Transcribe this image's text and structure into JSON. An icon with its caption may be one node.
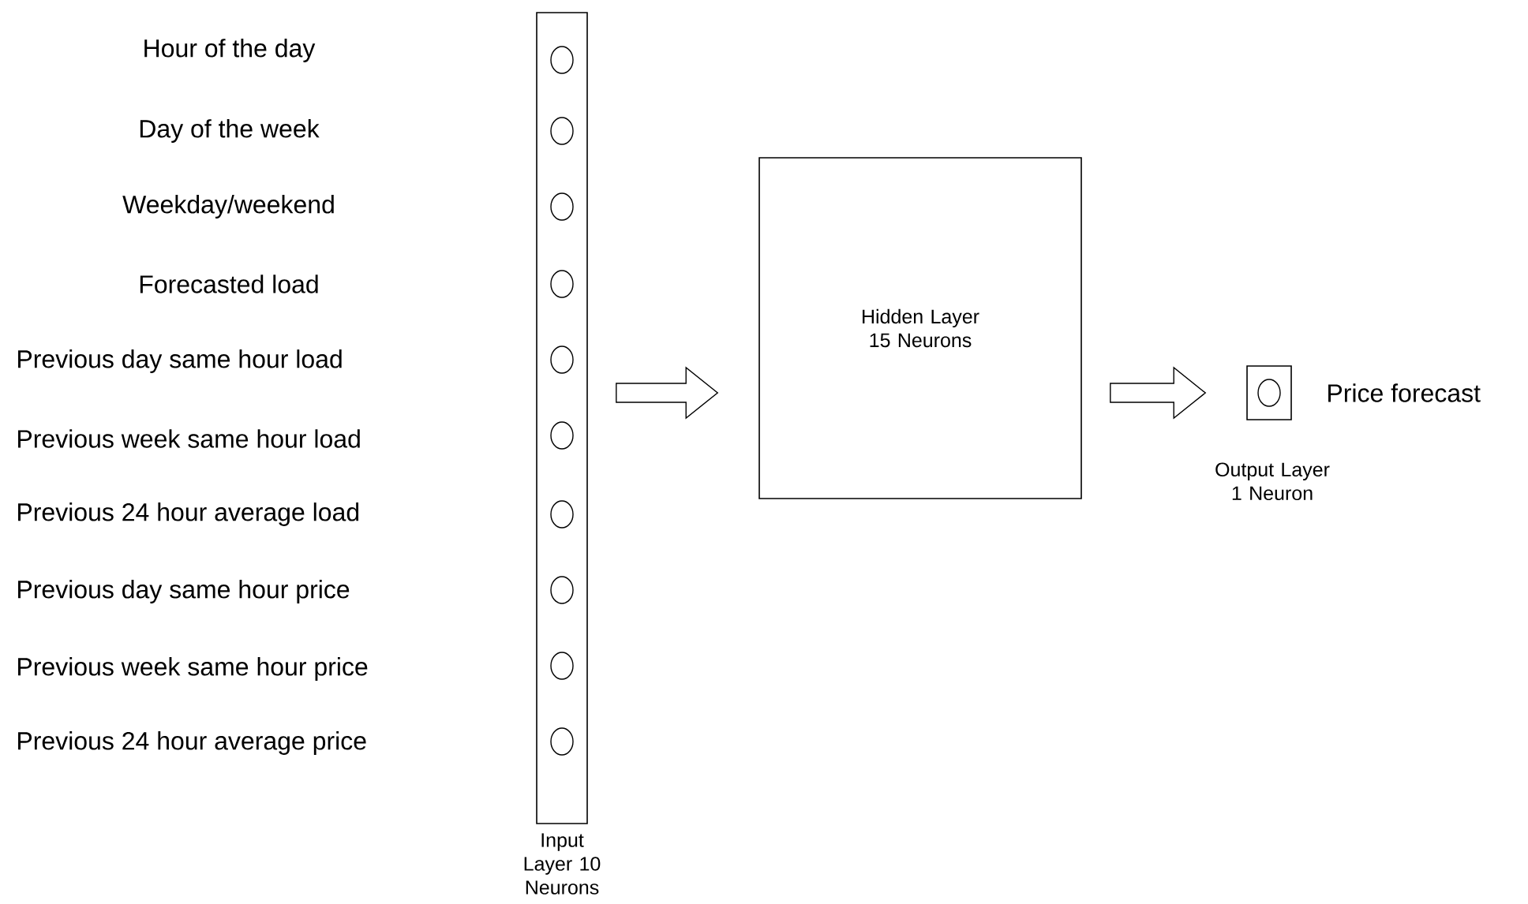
{
  "diagram": {
    "nodes": [
      {
        "text": [
          "Input Layer 10 Neurons"
        ]
      },
      {
        "text": [],
        "shape": "circle",
        "in": 0
      },
      {
        "text": [],
        "shape": "circle",
        "in": 0
      },
      {
        "text": [],
        "shape": "circle",
        "in": 0
      },
      {
        "text": [],
        "shape": "circle",
        "in": 0
      },
      {
        "text": [],
        "shape": "circle",
        "in": 0
      },
      {
        "text": [],
        "shape": "circle",
        "in": 0
      },
      {
        "text": [],
        "shape": "circle",
        "in": 0
      },
      {
        "text": [],
        "shape": "circle",
        "in": 0
      },
      {
        "text": [],
        "shape": "circle",
        "in": 0
      },
      {
        "text": [],
        "shape": "circle",
        "in": 0
      },
      {
        "text": [
          "Hidden Layer 15 Neurons"
        ]
      },
      {
        "text": [
          "Output Layer 1 Neuron"
        ]
      },
      {
        "text": [],
        "shape": "circle",
        "in": 12
      }
    ],
    "edges": [
      {
        "from": 0,
        "to": 11,
        "arrow": "to"
      },
      {
        "from": 11,
        "to": 12,
        "arrow": "to"
      }
    ],
    "labels": [
      "Hour of the day",
      "Day of the week",
      "Weekday/weekend",
      "Forecasted load",
      "Previous day same hour load",
      "Previous week same hour load",
      "Previous 24 hour average load",
      "Previous day same hour price",
      "Previous week same hour price",
      "Previous 24 hour average price",
      "Price forecast"
    ]
  }
}
